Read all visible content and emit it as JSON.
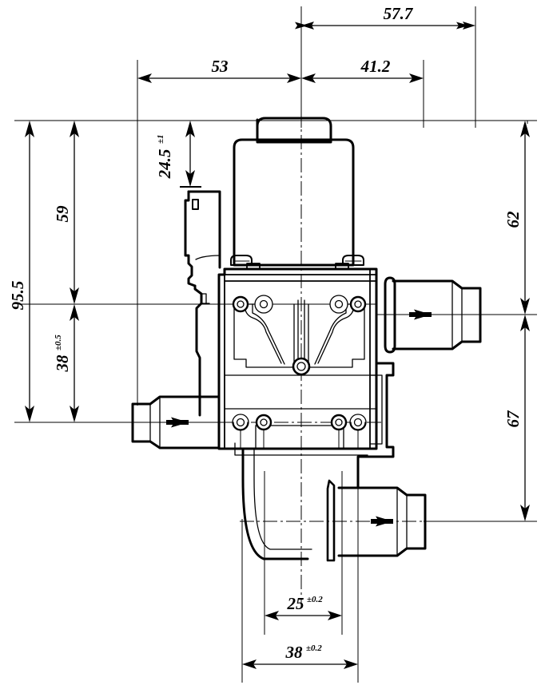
{
  "drawing": {
    "title": "Solenoid valve assembly dimensioned outline drawing",
    "type": "engineering-outline-drawing",
    "view": "front elevation / cross-section",
    "units": "mm",
    "line_color": "#000000",
    "background_color": "#ffffff",
    "dimensions": {
      "top": [
        {
          "id": "dim-57-7",
          "label": "57.7",
          "tolerance": "",
          "orientation": "horizontal",
          "value": 57.7
        },
        {
          "id": "dim-53",
          "label": "53",
          "tolerance": "",
          "orientation": "horizontal",
          "value": 53
        },
        {
          "id": "dim-41-2",
          "label": "41.2",
          "tolerance": "",
          "orientation": "horizontal",
          "value": 41.2
        }
      ],
      "left": [
        {
          "id": "dim-95-5",
          "label": "95.5",
          "tolerance": "",
          "orientation": "vertical",
          "value": 95.5
        },
        {
          "id": "dim-59",
          "label": "59",
          "tolerance": "",
          "orientation": "vertical",
          "value": 59
        },
        {
          "id": "dim-38-tol",
          "label": "38",
          "tolerance": "±0.5",
          "orientation": "vertical",
          "value": 38
        }
      ],
      "inner": [
        {
          "id": "dim-24-5",
          "label": "24.5",
          "tolerance": "±1",
          "orientation": "vertical",
          "value": 24.5
        }
      ],
      "right": [
        {
          "id": "dim-62",
          "label": "62",
          "tolerance": "",
          "orientation": "vertical",
          "value": 62
        },
        {
          "id": "dim-67",
          "label": "67",
          "tolerance": "",
          "orientation": "vertical",
          "value": 67
        }
      ],
      "bottom": [
        {
          "id": "dim-25-tol",
          "label": "25",
          "tolerance": "±0.2",
          "orientation": "horizontal",
          "value": 25
        },
        {
          "id": "dim-38-b-tol",
          "label": "38",
          "tolerance": "±0.2",
          "orientation": "horizontal",
          "value": 38
        }
      ]
    },
    "features": {
      "solenoid_coil": "rounded rectangular coil housing, top",
      "coil_cap": "small rounded cap on top of coil",
      "valve_body": "central machined valve body with port bores",
      "left_bracket": "mounting bracket tab, upper left",
      "ports": [
        {
          "id": "port-left",
          "name": "left hose barb inlet",
          "flow": "right"
        },
        {
          "id": "port-right",
          "name": "right hose barb outlet",
          "flow": "right"
        },
        {
          "id": "port-bottom",
          "name": "lower hose barb outlet",
          "flow": "right"
        }
      ],
      "bore_circles": 8,
      "center_bolt": 1
    }
  }
}
